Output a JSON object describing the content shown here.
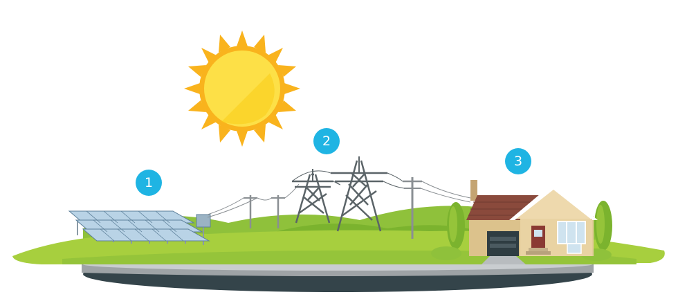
{
  "steps": [
    {
      "number": "1"
    },
    {
      "number": "2"
    },
    {
      "number": "3"
    }
  ],
  "icons": {
    "sun": "sun-icon",
    "solar_farm": "solar-panel-array-icon",
    "transmission": "power-tower-icon",
    "home": "house-icon"
  },
  "colors": {
    "badge": "#1fb4e3",
    "sun_outer": "#f9b31d",
    "sun_inner": "#fde047",
    "grass_light": "#a7cf3e",
    "grass_dark": "#7bb32e",
    "road": "#9ea3a6",
    "base_dark": "#34444a"
  }
}
